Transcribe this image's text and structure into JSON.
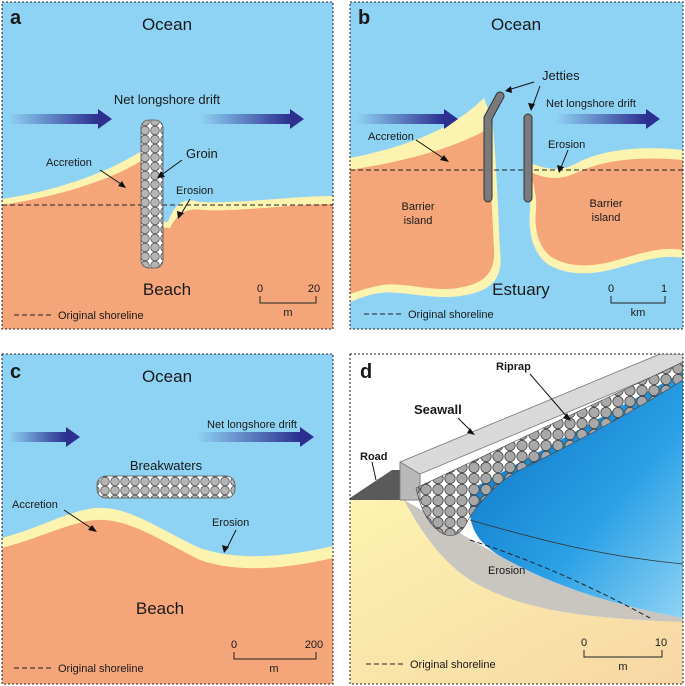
{
  "panels": {
    "a": {
      "letter": "a",
      "ocean": "Ocean",
      "drift": "Net longshore drift",
      "structure": "Groin",
      "accretion": "Accretion",
      "erosion": "Erosion",
      "land": "Beach",
      "legend": "Original shoreline",
      "scale": {
        "min": "0",
        "max": "20",
        "unit": "m"
      }
    },
    "b": {
      "letter": "b",
      "ocean": "Ocean",
      "structure": "Jetties",
      "drift": "Net longshore drift",
      "accretion": "Accretion",
      "erosion": "Erosion",
      "island_left_1": "Barrier",
      "island_left_2": "island",
      "island_right_1": "Barrier",
      "island_right_2": "island",
      "estuary": "Estuary",
      "legend": "Original shoreline",
      "scale": {
        "min": "0",
        "max": "1",
        "unit": "km"
      }
    },
    "c": {
      "letter": "c",
      "ocean": "Ocean",
      "drift": "Net longshore drift",
      "structure": "Breakwaters",
      "accretion": "Accretion",
      "erosion": "Erosion",
      "land": "Beach",
      "legend": "Original shoreline",
      "scale": {
        "min": "0",
        "max": "200",
        "unit": "m"
      }
    },
    "d": {
      "letter": "d",
      "riprap": "Riprap",
      "seawall": "Seawall",
      "road": "Road",
      "erosion": "Erosion",
      "legend": "Original shoreline",
      "scale": {
        "min": "0",
        "max": "10",
        "unit": "m"
      }
    }
  },
  "colors": {
    "ocean": "#8fd3f4",
    "land": "#f4a57a",
    "sand": "#fdf3b0",
    "arrow": "#2c2f8f",
    "rock": "#a9a9a9",
    "jetty": "#6e6e6e"
  }
}
